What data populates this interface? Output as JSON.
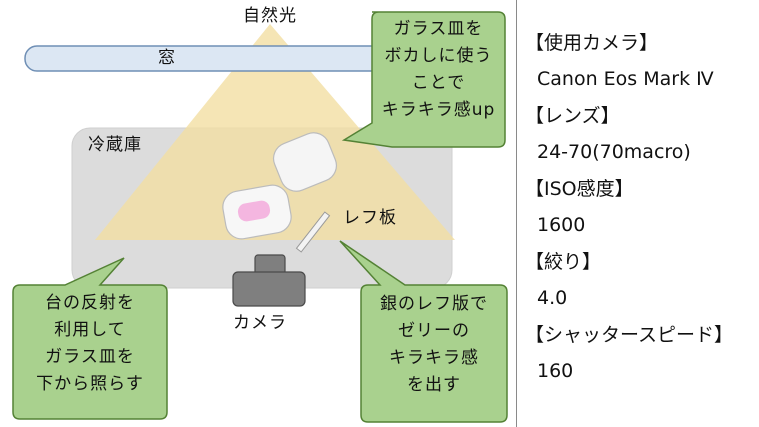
{
  "labels": {
    "sunlight": "自然光",
    "window": "窓",
    "fridge": "冷蔵庫",
    "reflector": "レフ板",
    "camera": "カメラ"
  },
  "callouts": {
    "top_right": [
      "ガラス皿を",
      "ボカしに使う",
      "ことで",
      "キラキラ感up"
    ],
    "bottom_left": [
      "台の反射を",
      "利用して",
      "ガラス皿を",
      "下から照らす"
    ],
    "bottom_right": [
      "銀のレフ版で",
      "ゼリーの",
      "キラキラ感",
      "を出す"
    ]
  },
  "specs": [
    {
      "label": "【使用カメラ】",
      "value": "Canon Eos Mark Ⅳ"
    },
    {
      "label": "【レンズ】",
      "value": "24-70(70macro)"
    },
    {
      "label": "【ISO感度】",
      "value": "1600"
    },
    {
      "label": "【絞り】",
      "value": "4.0"
    },
    {
      "label": "【シャッタースピード】",
      "value": "160"
    }
  ],
  "colors": {
    "callout_fill": "#a9d18e",
    "callout_stroke": "#548235",
    "light_cone": "#f3dfa2",
    "fridge": "#dcdcdc",
    "window_fill": "#dce7f3",
    "window_stroke": "#6f8fb5",
    "jelly_pink": "#f4b6e0",
    "camera_fill": "#7f7f7f"
  }
}
